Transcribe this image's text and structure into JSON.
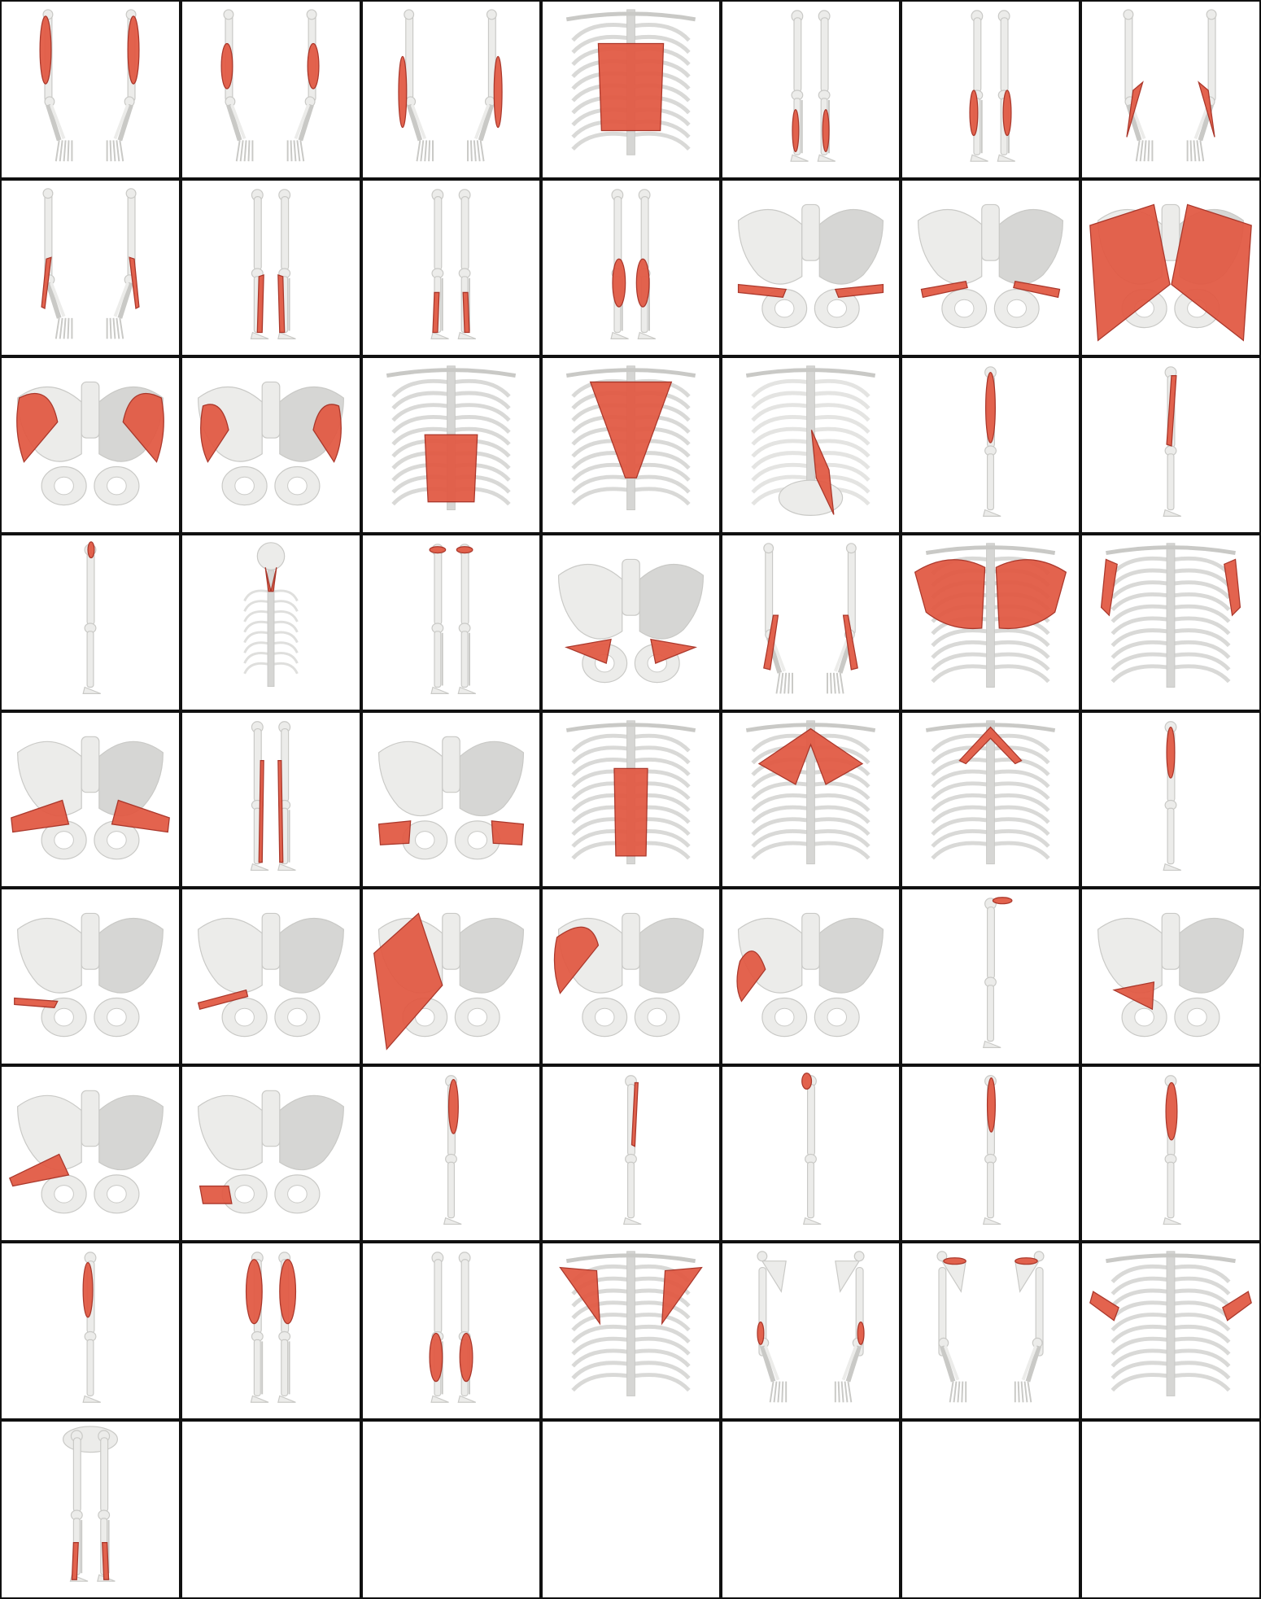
{
  "grid": {
    "columns": 7,
    "rows": 9
  },
  "colors": {
    "bone": "#ececea",
    "bone_stroke": "#c9c9c6",
    "bone_shade": "#d6d6d4",
    "muscle": "#e25b45",
    "muscle_dark": "#a72f22",
    "border": "#111111"
  },
  "cells": [
    {
      "view": "arms",
      "muscle": "upper-arm-front"
    },
    {
      "view": "arms",
      "muscle": "upper-arm-mid"
    },
    {
      "view": "arms",
      "muscle": "forearm-upper"
    },
    {
      "view": "ribcage",
      "muscle": "abdomen-wide"
    },
    {
      "view": "legs",
      "muscle": "shin-low"
    },
    {
      "view": "legs",
      "muscle": "shin-mid"
    },
    {
      "view": "arms",
      "muscle": "forearm-long"
    },
    {
      "view": "arms",
      "muscle": "forearm-mid"
    },
    {
      "view": "legs",
      "muscle": "shin-inner"
    },
    {
      "view": "legs",
      "muscle": "shin-thin"
    },
    {
      "view": "legs",
      "muscle": "calf"
    },
    {
      "view": "pelvis",
      "muscle": "pelvis-low-strap"
    },
    {
      "view": "pelvis",
      "muscle": "pelvis-low-strap2"
    },
    {
      "view": "pelvis",
      "muscle": "pelvis-large-wing"
    },
    {
      "view": "pelvis",
      "muscle": "pelvis-iliac-both"
    },
    {
      "view": "pelvis",
      "muscle": "pelvis-iliac-small"
    },
    {
      "view": "ribcage",
      "muscle": "abdomen-rectus"
    },
    {
      "view": "ribcage",
      "muscle": "back-lat"
    },
    {
      "view": "spine-pelvis",
      "muscle": "psoas"
    },
    {
      "view": "leg-side",
      "muscle": "thigh-front"
    },
    {
      "view": "leg-side",
      "muscle": "thigh-side"
    },
    {
      "view": "leg-side",
      "muscle": "hip-small"
    },
    {
      "view": "skeleton-head",
      "muscle": "neck"
    },
    {
      "view": "legs",
      "muscle": "hip-tops"
    },
    {
      "view": "pelvis",
      "muscle": "pelvis-obturator"
    },
    {
      "view": "arms",
      "muscle": "forearm-low"
    },
    {
      "view": "ribcage",
      "muscle": "chest-pecs"
    },
    {
      "view": "ribcage",
      "muscle": "chest-side"
    },
    {
      "view": "pelvis",
      "muscle": "pelvis-wedge"
    },
    {
      "view": "legs",
      "muscle": "leg-thin"
    },
    {
      "view": "pelvis",
      "muscle": "pelvis-pads"
    },
    {
      "view": "ribcage",
      "muscle": "abdomen-narrow"
    },
    {
      "view": "ribcage",
      "muscle": "back-trap"
    },
    {
      "view": "ribcage",
      "muscle": "back-trap-thin"
    },
    {
      "view": "leg-side",
      "muscle": "thigh-front-narrow"
    },
    {
      "view": "pelvis",
      "muscle": "pelvis-strap-left"
    },
    {
      "view": "pelvis",
      "muscle": "pelvis-strap-left2"
    },
    {
      "view": "pelvis",
      "muscle": "pelvis-wing-left"
    },
    {
      "view": "pelvis",
      "muscle": "pelvis-iliac-left"
    },
    {
      "view": "pelvis",
      "muscle": "pelvis-iliac-left2"
    },
    {
      "view": "leg-side",
      "muscle": "hip-top"
    },
    {
      "view": "pelvis",
      "muscle": "pelvis-obturator-left"
    },
    {
      "view": "pelvis",
      "muscle": "pelvis-wedge-left"
    },
    {
      "view": "pelvis",
      "muscle": "pelvis-pad-left"
    },
    {
      "view": "leg-side",
      "muscle": "thigh-back"
    },
    {
      "view": "leg-side",
      "muscle": "thigh-back-thin"
    },
    {
      "view": "leg-side",
      "muscle": "hip-knob"
    },
    {
      "view": "leg-side",
      "muscle": "thigh-mid"
    },
    {
      "view": "leg-side",
      "muscle": "thigh-front-wide"
    },
    {
      "view": "leg-side",
      "muscle": "thigh-lateral"
    },
    {
      "view": "legs",
      "muscle": "thighs-both"
    },
    {
      "view": "legs",
      "muscle": "calves-both"
    },
    {
      "view": "ribcage",
      "muscle": "scapula-both"
    },
    {
      "view": "shoulders-arms",
      "muscle": "elbow-small"
    },
    {
      "view": "shoulders-arms",
      "muscle": "shoulder-top"
    },
    {
      "view": "ribcage",
      "muscle": "armpit"
    },
    {
      "view": "legs-pelvis",
      "muscle": "lower-leg-thin"
    },
    {
      "view": "empty"
    },
    {
      "view": "empty"
    },
    {
      "view": "empty"
    },
    {
      "view": "empty"
    },
    {
      "view": "empty"
    },
    {
      "view": "empty"
    }
  ]
}
